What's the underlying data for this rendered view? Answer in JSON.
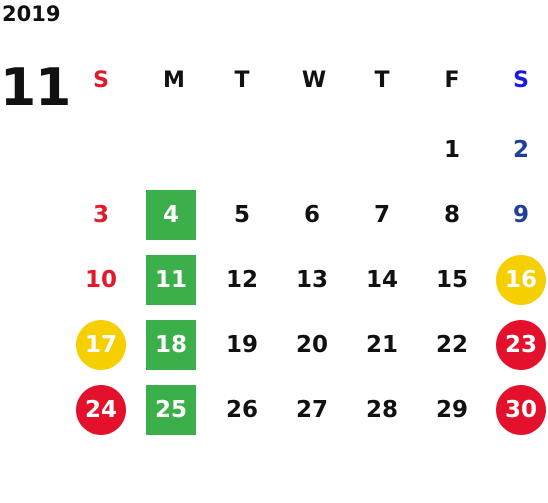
{
  "year": "2019",
  "month": "11",
  "weekdays": [
    "S",
    "M",
    "T",
    "W",
    "T",
    "F",
    "S"
  ],
  "weeks": [
    [
      "",
      "",
      "",
      "",
      "",
      "1",
      "2"
    ],
    [
      "3",
      "4",
      "5",
      "6",
      "7",
      "8",
      "9"
    ],
    [
      "10",
      "11",
      "12",
      "13",
      "14",
      "15",
      "16"
    ],
    [
      "17",
      "18",
      "19",
      "20",
      "21",
      "22",
      "23"
    ],
    [
      "24",
      "25",
      "26",
      "27",
      "28",
      "29",
      "30"
    ]
  ],
  "colors": {
    "sunday": "#e2192a",
    "saturday": "#1f3f9a",
    "green_highlight": "#3aaf4a",
    "yellow_highlight": "#f5cf00",
    "red_highlight": "#e3112c"
  }
}
